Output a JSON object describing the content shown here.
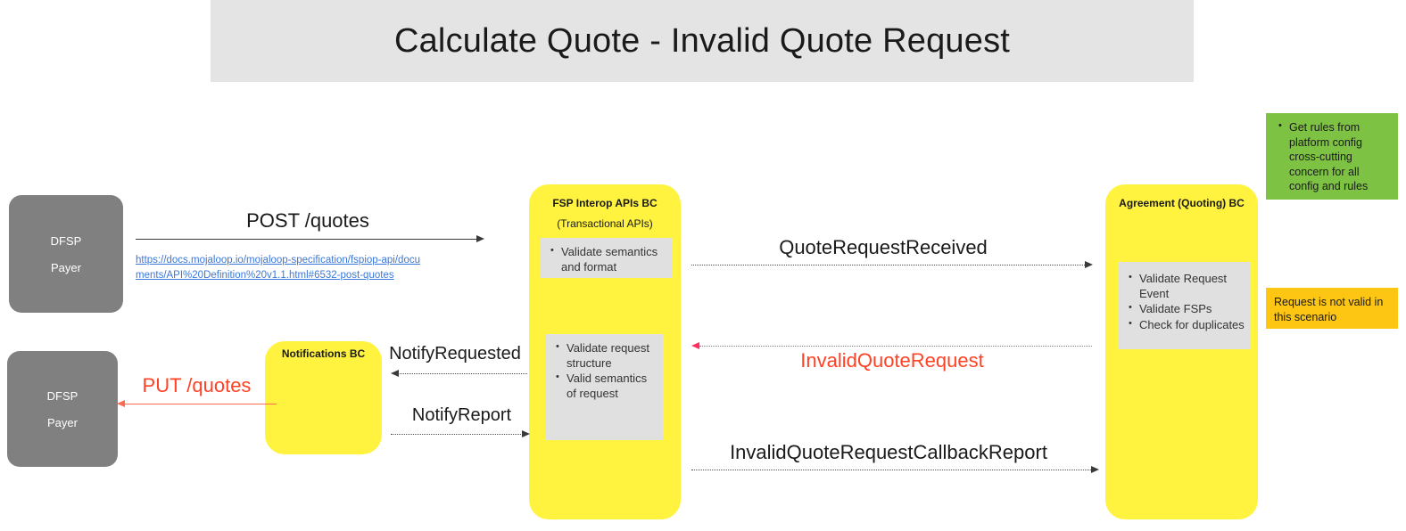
{
  "diagram": {
    "title": "Calculate Quote - Invalid Quote Request",
    "type": "sequence-diagram"
  },
  "actors": {
    "payer_top": {
      "line1": "DFSP",
      "line2": "Payer"
    },
    "payer_bottom": {
      "line1": "DFSP",
      "line2": "Payer"
    }
  },
  "components": {
    "fsp_interop": {
      "title": "FSP Interop APIs BC",
      "subtitle": "(Transactional APIs)",
      "note_upper": [
        "Validate semantics and format"
      ],
      "note_lower": [
        "Validate request structure",
        "Valid semantics of request"
      ]
    },
    "notifications": {
      "title": "Notifications BC"
    },
    "agreement": {
      "title": "Agreement (Quoting) BC",
      "note": [
        "Validate Request Event",
        "Validate FSPs",
        "Check for duplicates"
      ]
    }
  },
  "callouts": {
    "green": {
      "items": [
        "Get rules from platform config cross-cutting concern for all config and rules"
      ],
      "color": "#7DC242"
    },
    "orange": {
      "text": "Request is not valid in this scenario",
      "color": "#FDC613"
    }
  },
  "messages": {
    "post_quotes": {
      "label": "POST /quotes",
      "style": "solid",
      "direction": "right",
      "color": "#3a3a3a"
    },
    "quote_request_received": {
      "label": "QuoteRequestReceived",
      "style": "dotted",
      "direction": "right",
      "color": "#4d4d4d"
    },
    "invalid_quote_request": {
      "label": "InvalidQuoteRequest",
      "style": "dotted",
      "direction": "left",
      "color": "#FF4125"
    },
    "invalid_callback_report": {
      "label": "InvalidQuoteRequestCallbackReport",
      "style": "dotted",
      "direction": "right",
      "color": "#4d4d4d"
    },
    "notify_requested": {
      "label": "NotifyRequested",
      "style": "dotted",
      "direction": "left",
      "color": "#4d4d4d"
    },
    "notify_report": {
      "label": "NotifyReport",
      "style": "dotted",
      "direction": "right",
      "color": "#4d4d4d"
    },
    "put_quotes": {
      "label": "PUT /quotes",
      "style": "solid",
      "direction": "left",
      "color": "#FF4125"
    }
  },
  "links": {
    "post_quotes_spec": "https://docs.mojaloop.io/mojaloop-specification/fspiop-api/documents/API%20Definition%20v1.1.html#6532-post-quotes"
  },
  "colors": {
    "banner": "#e4e4e4",
    "actor": "#808080",
    "bc": "#FFF33F",
    "note": "#e0e0e0",
    "green": "#7DC242",
    "orange": "#FDC613",
    "red": "#FF4125",
    "link": "#3C78D8"
  }
}
